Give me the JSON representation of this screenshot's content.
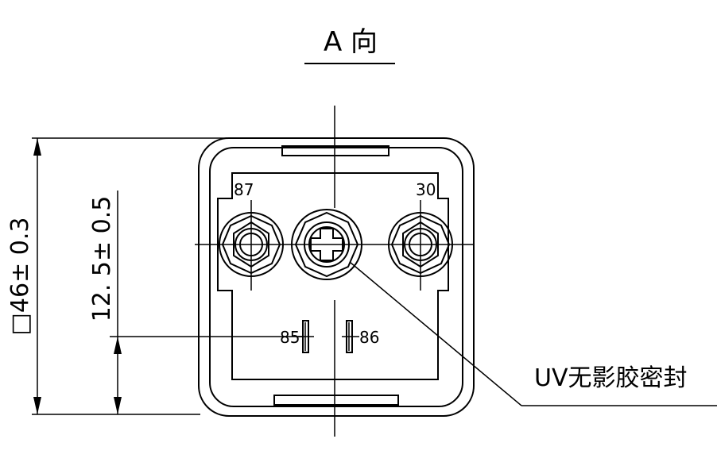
{
  "view_title": "A 向",
  "dimensions": {
    "outer_size": "□46± 0.3",
    "terminal_height": "12. 5± 0.5"
  },
  "terminals": {
    "t87": "87",
    "t30": "30",
    "t85": "85",
    "t86": "86"
  },
  "callout": "UV无影胶密封"
}
